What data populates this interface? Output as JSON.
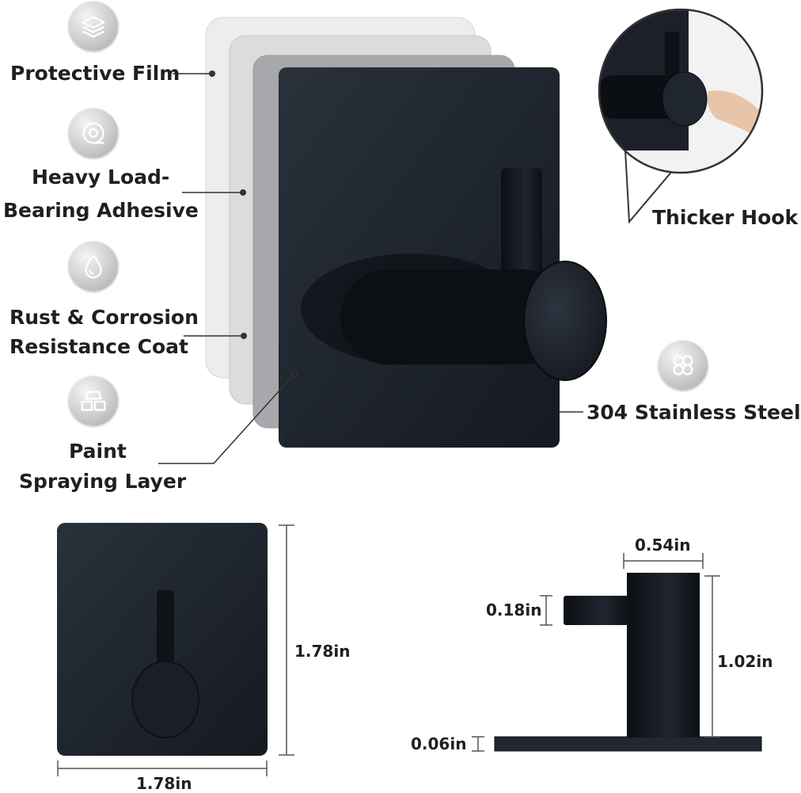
{
  "layers": {
    "protective_film": "Protective Film",
    "adhesive_line1": "Heavy Load-",
    "adhesive_line2": "Bearing Adhesive",
    "coat_line1": "Rust & Corrosion",
    "coat_line2": "Resistance Coat",
    "paint_line1": "Paint",
    "paint_line2": "Spraying Layer"
  },
  "callouts": {
    "thicker_hook": "Thicker Hook",
    "steel": "304 Stainless Steel"
  },
  "dimensions": {
    "height": "1.78in",
    "width": "1.78in",
    "hook_width": "0.54in",
    "hook_thickness": "0.18in",
    "depth": "1.02in",
    "plate_thickness": "0.06in"
  },
  "icons": {
    "protective_film": "layers-icon",
    "adhesive": "tape-roll-icon",
    "coat": "water-drop-icon",
    "paint": "paint-blocks-icon",
    "steel": "metal-bars-icon"
  },
  "colors": {
    "product": "#1b2027",
    "icon_bg": "#c9c9c9",
    "text": "#1f1f1f"
  }
}
